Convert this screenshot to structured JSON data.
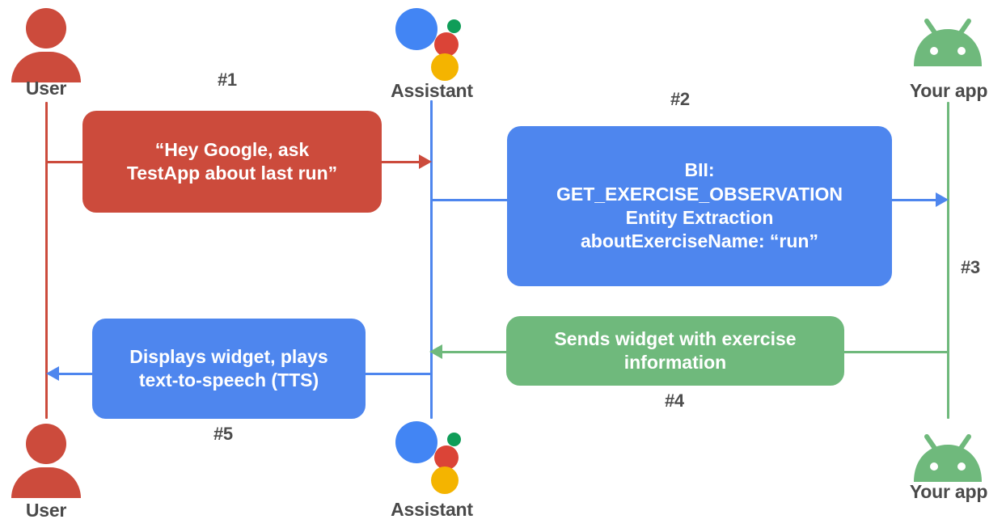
{
  "diagram": {
    "title": "Google Assistant App Actions sequence flow",
    "background": "#ffffff",
    "colors": {
      "red": "#CC4B3C",
      "blue": "#4E86EE",
      "green": "#6FB97C",
      "assistant_blue": "#4285F4",
      "assistant_red": "#DB4437",
      "assistant_yellow": "#F4B400",
      "assistant_green": "#0F9D58",
      "label_gray": "#4d4d4d",
      "text_white": "#ffffff"
    }
  },
  "actors": {
    "top": [
      {
        "id": "user",
        "label": "User",
        "icon": "user-icon",
        "color": "#CC4B3C"
      },
      {
        "id": "assistant",
        "label": "Assistant",
        "icon": "google-assistant-icon",
        "color": "#4E86EE"
      },
      {
        "id": "app",
        "label": "Your app",
        "icon": "android-robot-icon",
        "color": "#6FB97C"
      }
    ],
    "bottom": [
      {
        "id": "user",
        "label": "User",
        "icon": "user-icon",
        "color": "#CC4B3C"
      },
      {
        "id": "assistant",
        "label": "Assistant",
        "icon": "google-assistant-icon",
        "color": "#4E86EE"
      },
      {
        "id": "app",
        "label": "Your app",
        "icon": "android-robot-icon",
        "color": "#6FB97C"
      }
    ]
  },
  "steps": [
    {
      "number": "#1",
      "color": "#CC4B3C"
    },
    {
      "number": "#2",
      "color": "#4E86EE"
    },
    {
      "number": "#3",
      "color": "#6FB97C"
    },
    {
      "number": "#4",
      "color": "#6FB97C"
    },
    {
      "number": "#5",
      "color": "#4E86EE"
    }
  ],
  "messages": {
    "step1": {
      "step": "#1",
      "color": "#CC4B3C",
      "from": "User",
      "to": "Assistant",
      "lines": [
        "“Hey Google, ask",
        "TestApp about last run”"
      ]
    },
    "step2": {
      "step": "#2",
      "color": "#4E86EE",
      "from": "Assistant",
      "to": "Your app",
      "lines": [
        "BII:",
        "GET_EXERCISE_OBSERVATION",
        "Entity Extraction",
        "aboutExerciseName: “run”"
      ]
    },
    "step4": {
      "step": "#4",
      "color": "#6FB97C",
      "from": "Your app",
      "to": "Assistant",
      "lines": [
        "Sends widget with exercise",
        "information"
      ]
    },
    "step5": {
      "step": "#5",
      "color": "#4E86EE",
      "from": "Assistant",
      "to": "User",
      "lines": [
        "Displays widget, plays",
        "text-to-speech (TTS)"
      ]
    }
  }
}
